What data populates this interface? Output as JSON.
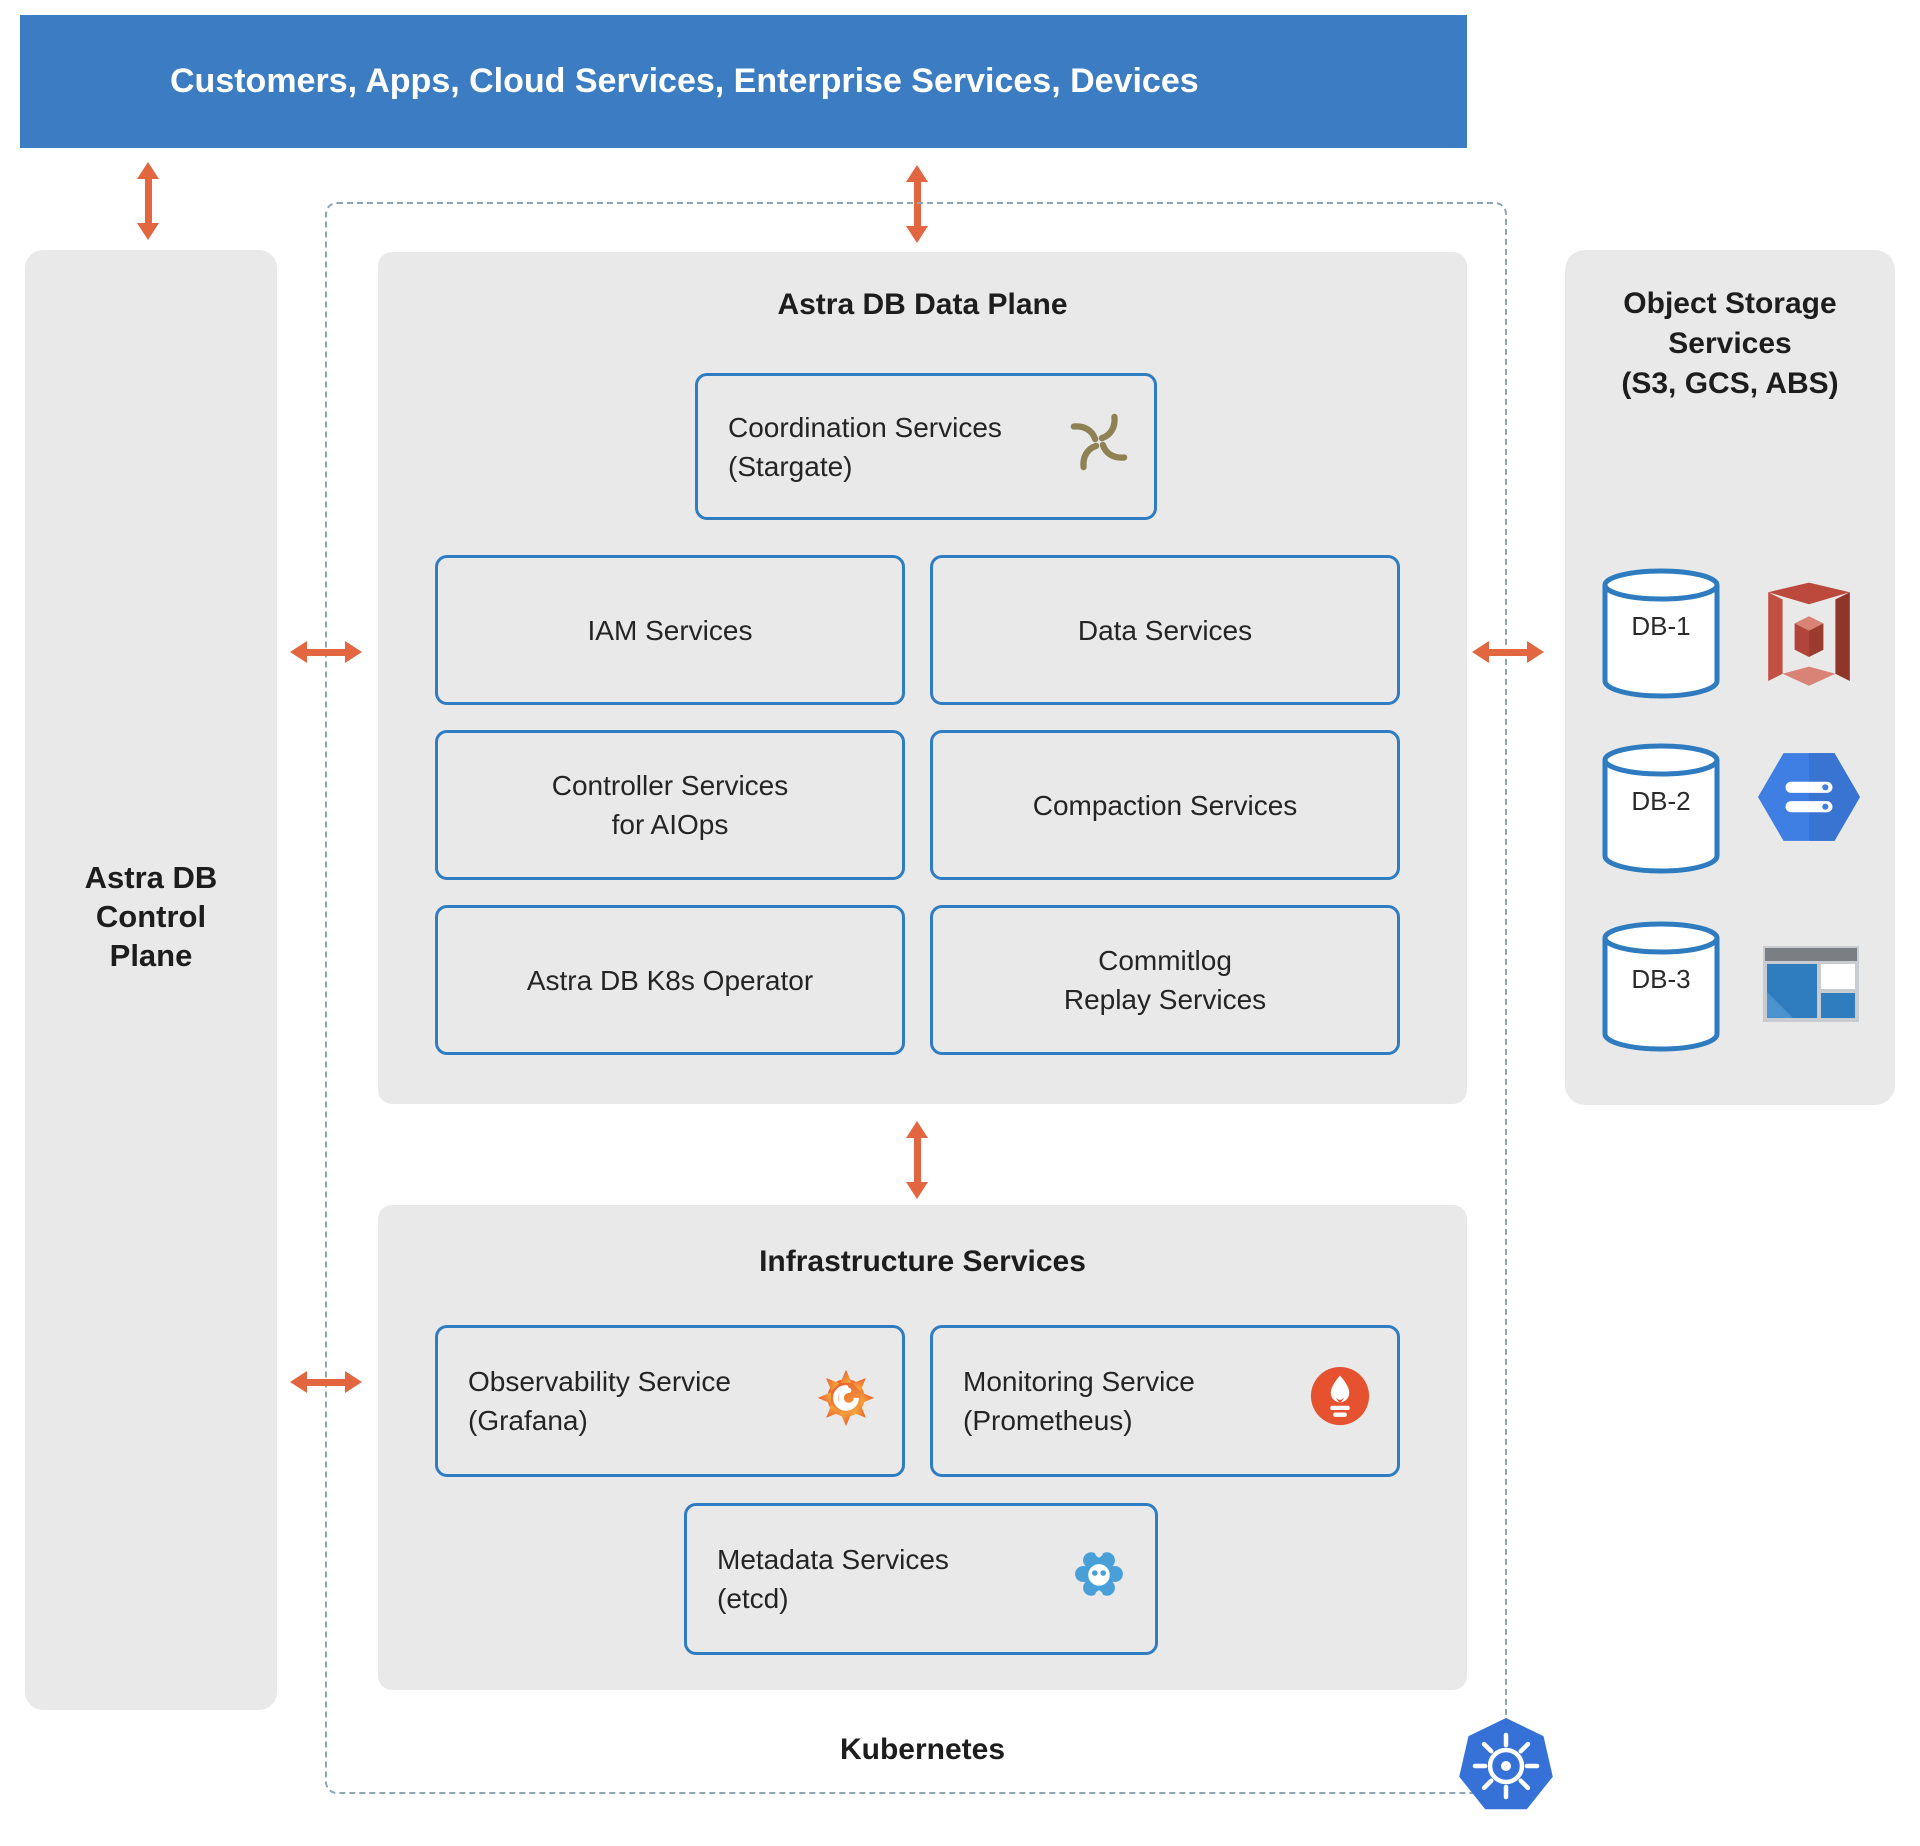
{
  "banner": {
    "label": "Customers, Apps, Cloud Services, Enterprise Services, Devices",
    "bg_color": "#3b7cc3"
  },
  "control_plane": {
    "lines": [
      "Astra DB",
      "Control",
      "Plane"
    ]
  },
  "data_plane": {
    "title": "Astra DB Data Plane",
    "coordination": {
      "line1": "Coordination Services",
      "line2": "(Stargate)",
      "icon": "stargate-icon"
    },
    "boxes": {
      "iam": {
        "label": "IAM Services"
      },
      "data": {
        "label": "Data Services"
      },
      "controller": {
        "line1": "Controller Services",
        "line2": "for AIOps"
      },
      "compaction": {
        "label": "Compaction Services"
      },
      "k8s_operator": {
        "label": "Astra DB K8s Operator"
      },
      "commitlog": {
        "line1": "Commitlog",
        "line2": "Replay Services"
      }
    }
  },
  "infrastructure": {
    "title": "Infrastructure Services",
    "observability": {
      "line1": "Observability Service",
      "line2": "(Grafana)",
      "icon": "grafana-icon"
    },
    "monitoring": {
      "line1": "Monitoring Service",
      "line2": "(Prometheus)",
      "icon": "prometheus-icon"
    },
    "metadata": {
      "line1": "Metadata Services",
      "line2": "(etcd)",
      "icon": "etcd-icon"
    }
  },
  "kubernetes": {
    "label": "Kubernetes",
    "icon": "kubernetes-icon"
  },
  "object_storage": {
    "title_lines": [
      "Object Storage",
      "Services",
      "(S3, GCS, ABS)"
    ],
    "items": [
      {
        "label": "DB-1",
        "provider_icon": "aws-s3-icon"
      },
      {
        "label": "DB-2",
        "provider_icon": "gcs-icon"
      },
      {
        "label": "DB-3",
        "provider_icon": "azure-blob-storage-icon"
      }
    ]
  },
  "colors": {
    "banner_bg": "#3b7cc3",
    "panel_bg": "#e9e9e9",
    "box_border": "#2e7cc1",
    "arrow": "#e2663f",
    "dashed_border": "#8fa6b2",
    "kubernetes_blue": "#3571d6",
    "stargate_olive": "#8e8153",
    "prometheus_red": "#e6512f",
    "etcd_blue": "#49a0d8",
    "gcs_blue": "#3f7ee2",
    "s3_red": "#bc4a3c",
    "azure_blue": "#2f7dbe"
  }
}
